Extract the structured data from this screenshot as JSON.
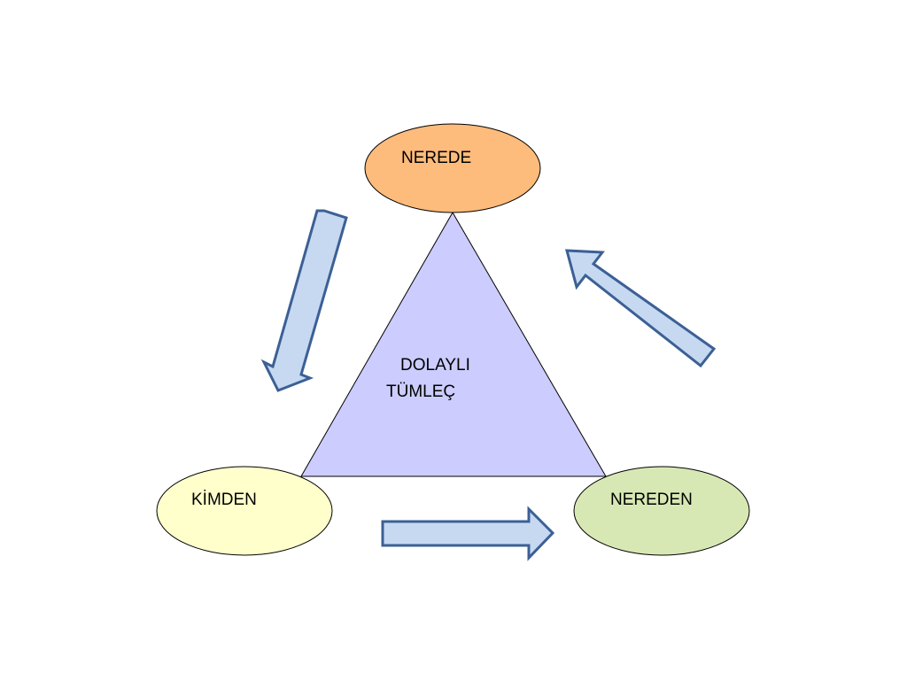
{
  "diagram": {
    "center": {
      "line1": "DOLAYLI",
      "line2": "TÜMLEÇ",
      "fill": "#ccccff"
    },
    "nodes": {
      "top": {
        "label": "NEREDE",
        "fill": "#fdbb7c"
      },
      "left": {
        "label": "KİMDEN",
        "fill": "#ffffcc"
      },
      "right": {
        "label": "NEREDEN",
        "fill": "#d8e8b4"
      }
    },
    "arrows": {
      "fill": "#c6d9f1",
      "stroke": "#3c6095"
    }
  }
}
